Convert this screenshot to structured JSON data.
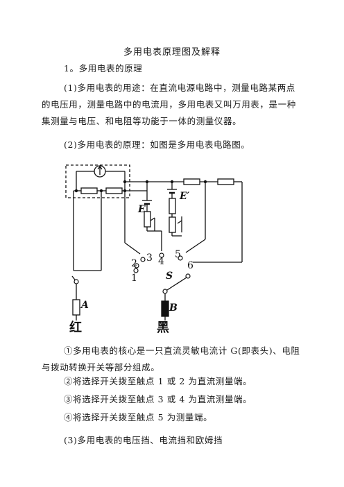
{
  "title": "多用电表原理图及解释",
  "section1": "1。多用电表的原理",
  "para_use": "(1)多用电表的用途：在直流电源电路中，测量电路某两点的电压用，测量电路中的电流用，多用电表又叫万用表，是一种集测量与电压、和电阻等功能于一体的测量仪器。",
  "para_principle": "(2)多用电表的原理：如图是多用电表电路图。",
  "circuit": {
    "label_E": "E",
    "label_E_prime": "E′",
    "contact_1": "1",
    "contact_2": "2",
    "contact_3": "3",
    "contact_4": "4",
    "contact_5": "5",
    "contact_6": "6",
    "label_S": "S",
    "label_A": "A",
    "label_B": "B",
    "red": "红",
    "black": "黑"
  },
  "item1": "①多用电表的核心是一只直流灵敏电流计 G(即表头)、电阻与拨动转换开关等部分组成。",
  "item2": "②将选择开关拨至触点 1 或 2 为直流测量端。",
  "item3": "③将选择开关拨至触点 3 或 4 为直流测量端。",
  "item4": "④将选择开关拨至触点 5 为测量端。",
  "item5": "(3)多用电表的电压挡、电流挡和欧姆挡"
}
